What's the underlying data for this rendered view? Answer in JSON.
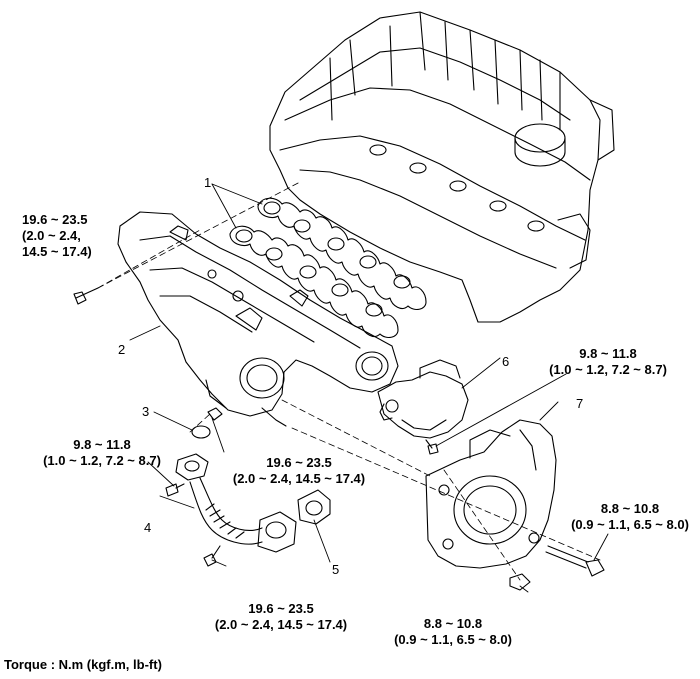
{
  "callouts": {
    "c1": "1",
    "c2": "2",
    "c3": "3",
    "c4": "4",
    "c5": "5",
    "c6": "6",
    "c7": "7"
  },
  "torque_specs": {
    "manifold_bolt": [
      "19.6 ~ 23.5",
      "(2.0 ~ 2.4,",
      "14.5 ~ 17.4)"
    ],
    "actuator_bolt": [
      "9.8 ~ 11.8",
      "(1.0 ~ 1.2, 7.2 ~ 8.7)"
    ],
    "pipe_bolt_left": [
      "9.8 ~ 11.8",
      "(1.0 ~ 1.2, 7.2 ~ 8.7)"
    ],
    "pipe_nut_center": [
      "19.6 ~ 23.5",
      "(2.0 ~ 2.4, 14.5 ~ 17.4)"
    ],
    "pipe_bolt_lower": [
      "19.6 ~ 23.5",
      "(2.0 ~ 2.4, 14.5 ~ 17.4)"
    ],
    "throttle_bolt_right": [
      "8.8 ~ 10.8",
      "(0.9 ~ 1.1, 6.5 ~ 8.0)"
    ],
    "throttle_nut_lower": [
      "8.8 ~ 10.8",
      "(0.9 ~ 1.1, 6.5 ~ 8.0)"
    ]
  },
  "footer": {
    "torque_units": "Torque : N.m (kgf.m, lb-ft)"
  }
}
